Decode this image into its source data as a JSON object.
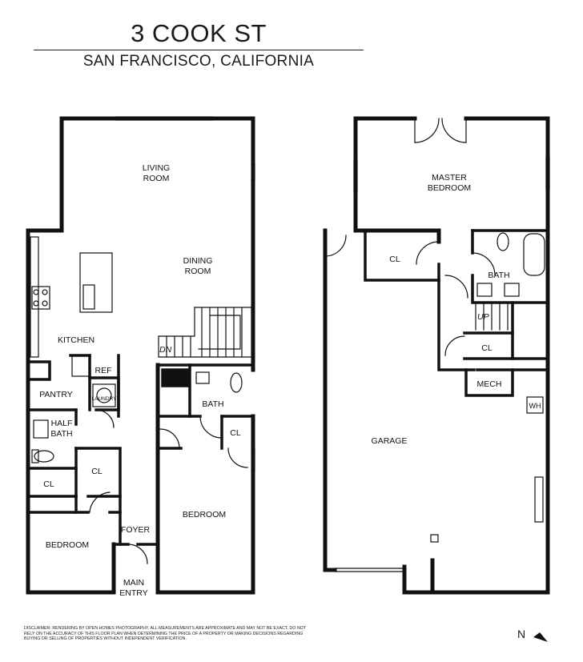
{
  "header": {
    "title": "3 COOK ST",
    "subtitle": "SAN FRANCISCO, CALIFORNIA"
  },
  "left_plan": {
    "rooms": [
      {
        "id": "living-room",
        "lines": [
          "LIVING",
          "ROOM"
        ]
      },
      {
        "id": "dining-room",
        "lines": [
          "DINING",
          "ROOM"
        ]
      },
      {
        "id": "kitchen",
        "lines": [
          "KITCHEN"
        ]
      },
      {
        "id": "ref",
        "lines": [
          "REF"
        ]
      },
      {
        "id": "pantry",
        "lines": [
          "PANTRY"
        ]
      },
      {
        "id": "laundry",
        "lines": [
          "LAUNDRY"
        ]
      },
      {
        "id": "half-bath",
        "lines": [
          "HALF",
          "BATH"
        ]
      },
      {
        "id": "cl-hall",
        "lines": [
          "CL"
        ]
      },
      {
        "id": "cl-bedroom",
        "lines": [
          "CL"
        ]
      },
      {
        "id": "bedroom-1",
        "lines": [
          "BEDROOM"
        ]
      },
      {
        "id": "foyer",
        "lines": [
          "FOYER"
        ]
      },
      {
        "id": "main-entry",
        "lines": [
          "MAIN",
          "ENTRY"
        ]
      },
      {
        "id": "bath",
        "lines": [
          "BATH"
        ]
      },
      {
        "id": "cl-bath",
        "lines": [
          "CL"
        ]
      },
      {
        "id": "bedroom-2",
        "lines": [
          "BEDROOM"
        ]
      }
    ],
    "stair_label": "DN"
  },
  "right_plan": {
    "rooms": [
      {
        "id": "master-bedroom",
        "lines": [
          "MASTER",
          "BEDROOM"
        ]
      },
      {
        "id": "cl-master",
        "lines": [
          "CL"
        ]
      },
      {
        "id": "master-bath",
        "lines": [
          "BATH"
        ]
      },
      {
        "id": "cl-stair",
        "lines": [
          "CL"
        ]
      },
      {
        "id": "mech",
        "lines": [
          "MECH"
        ]
      },
      {
        "id": "wh",
        "lines": [
          "WH"
        ]
      },
      {
        "id": "garage",
        "lines": [
          "GARAGE"
        ]
      }
    ],
    "stair_label": "UP"
  },
  "footer": {
    "disclaimer": "DISCLAIMER: RENDERING BY OPEN HOMES PHOTOGRAPHY. ALL MEASUREMENTS ARE APPROXIMATE AND MAY NOT BE EXACT. DO NOT RELY ON THE ACCURACY OF THIS FLOOR PLAN WHEN DETERMINING THE PRICE OF A PROPERTY OR MAKING DECISIONS REGARDING BUYING OR SELLING OF PROPERTIES WITHOUT INDEPENDENT VERIFICATION.",
    "north_label": "N"
  }
}
